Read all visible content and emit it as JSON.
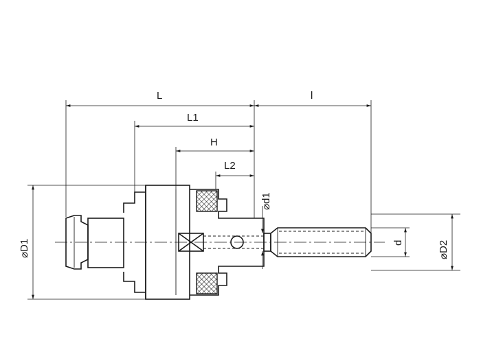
{
  "labels": {
    "L": "L",
    "l": "l",
    "L1": "L1",
    "H": "H",
    "L2": "L2",
    "phi_d1": "⌀d1",
    "phi_D1": "⌀D1",
    "phi_D2": "⌀D2",
    "d": "d"
  },
  "colors": {
    "line": "#1a1a1a",
    "background": "#ffffff",
    "hatch": "#1a1a1a"
  }
}
